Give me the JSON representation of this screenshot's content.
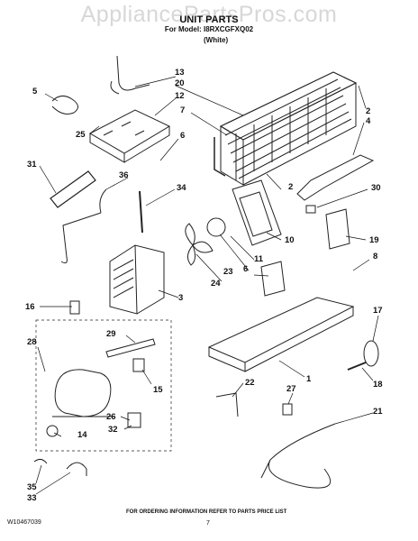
{
  "watermark": "AppliancePartsPros.com",
  "header": {
    "title": "UNIT PARTS",
    "model_line": "For Model: I8RXCGFXQ02",
    "variant": "(White)"
  },
  "callouts": {
    "c1": "1",
    "c2a": "2",
    "c2b": "2",
    "c3": "3",
    "c4": "4",
    "c5": "5",
    "c6a": "6",
    "c6b": "6",
    "c7": "7",
    "c8": "8",
    "c10": "10",
    "c11": "11",
    "c12": "12",
    "c13": "13",
    "c14": "14",
    "c15": "15",
    "c16": "16",
    "c17": "17",
    "c18": "18",
    "c19": "19",
    "c20": "20",
    "c21": "21",
    "c22": "22",
    "c23": "23",
    "c24": "24",
    "c25": "25",
    "c26": "26",
    "c27": "27",
    "c28": "28",
    "c29": "29",
    "c30": "30",
    "c31": "31",
    "c32": "32",
    "c33": "33",
    "c34": "34",
    "c35": "35",
    "c36": "36"
  },
  "footer": {
    "ordering_note": "FOR ORDERING INFORMATION REFER TO PARTS PRICE LIST",
    "doc_number": "W10467039",
    "page": "7"
  }
}
